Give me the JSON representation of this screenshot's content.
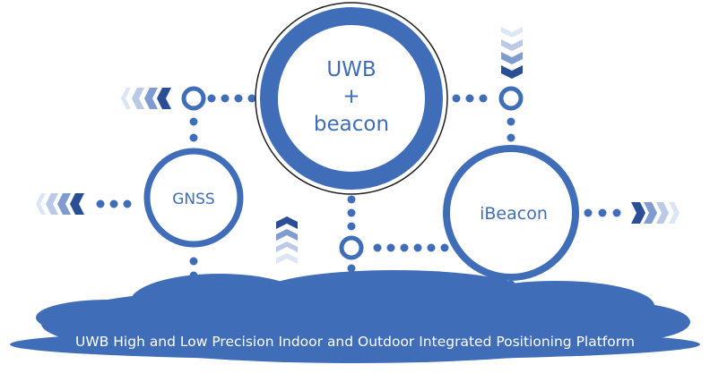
{
  "nodes": {
    "uwb_line1": "UWB",
    "uwb_line2": "+",
    "uwb_line3": "beacon",
    "gnss": "GNSS",
    "ibeacon": "iBeacon"
  },
  "footer_text": "UWB High and Low Precision Indoor and Outdoor Integrated Positioning Platform",
  "colors": {
    "primary": "#3f6db7",
    "light": "#b9c9e6",
    "lighter": "#dce5f3",
    "mid": "#7f9bd0",
    "dark": "#2a4f94",
    "outline": "#1f1f1f",
    "text_white": "#ffffff"
  }
}
